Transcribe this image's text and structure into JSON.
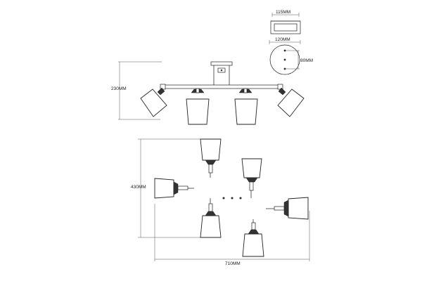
{
  "dimensions": {
    "bracket_width": "115MM",
    "plate_diameter": "120MM",
    "hole_spacing": "80MM",
    "height": "230MM",
    "depth": "430MM",
    "width": "710MM"
  }
}
